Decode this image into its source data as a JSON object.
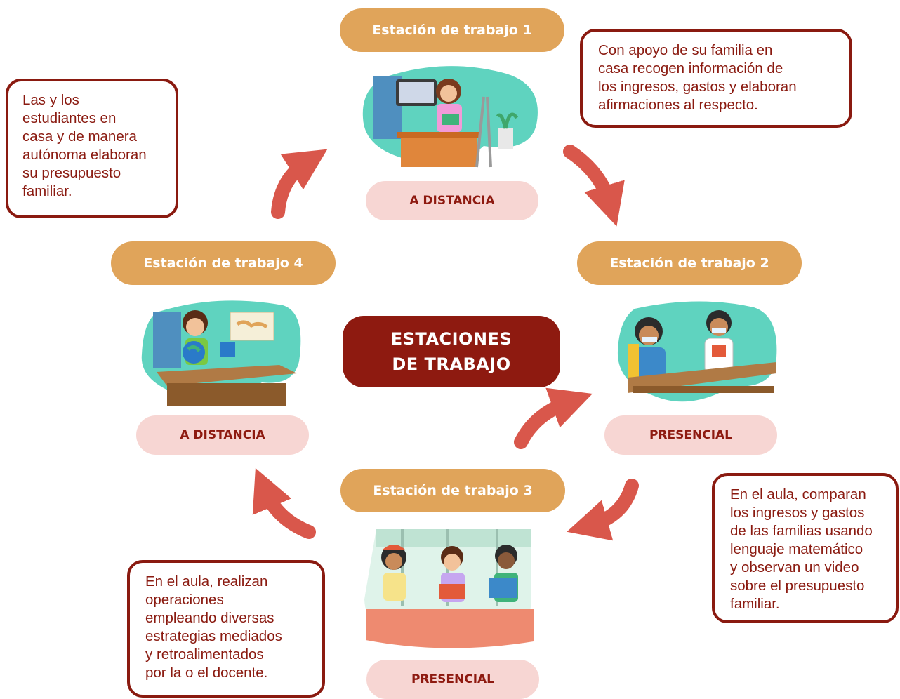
{
  "center_title": {
    "line1": "ESTACIONES",
    "line2": "DE TRABAJO"
  },
  "stations": [
    {
      "label": "Estación de trabajo 1",
      "mode": "A DISTANCIA"
    },
    {
      "label": "Estación de trabajo 2",
      "mode": "PRESENCIAL"
    },
    {
      "label": "Estación de trabajo 3",
      "mode": "PRESENCIAL"
    },
    {
      "label": "Estación de trabajo 4",
      "mode": "A DISTANCIA"
    }
  ],
  "notes": {
    "station1": [
      "Con apoyo de su familia en",
      "casa recogen información de",
      "los ingresos, gastos y elaboran",
      "afirmaciones al respecto."
    ],
    "station2": [
      "En el aula, comparan",
      "los ingresos y gastos",
      "de las familias usando",
      "lenguaje matemático",
      "y observan un video",
      "sobre el presupuesto",
      "familiar."
    ],
    "station3": [
      "En el aula, realizan",
      "operaciones",
      "empleando diversas",
      "estrategias mediados",
      "y retroalimentados",
      "por la o el docente."
    ],
    "station4": [
      "Las y los",
      "estudiantes en",
      "casa y de manera",
      "autónoma elaboran",
      "su presupuesto",
      "familiar."
    ]
  },
  "colors": {
    "station_pill": "#E0A45A",
    "mode_pill": "#F7D6D3",
    "dark_red": "#8E1A10",
    "arrow": "#D9574B",
    "teal_blob": "#5FD3BF"
  }
}
